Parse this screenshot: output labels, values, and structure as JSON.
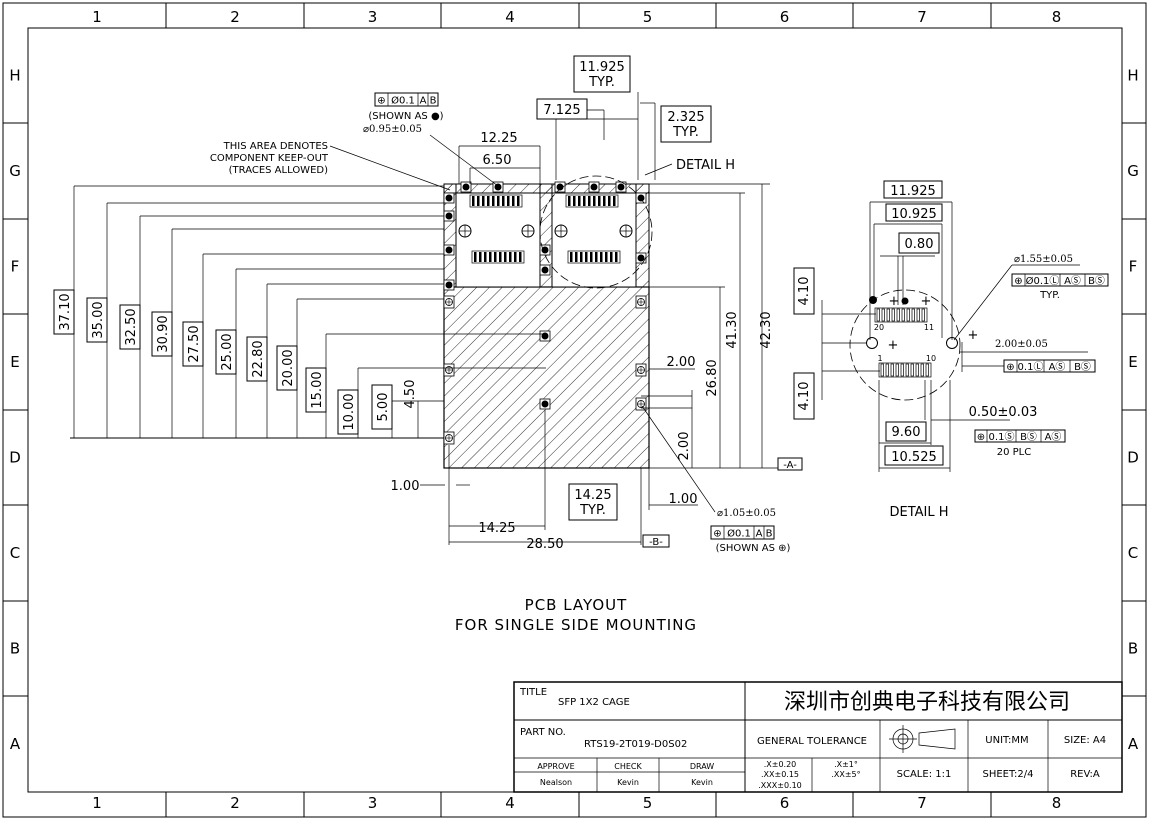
{
  "zones": {
    "cols": [
      "1",
      "2",
      "3",
      "4",
      "5",
      "6",
      "7",
      "8"
    ],
    "rows": [
      "H",
      "G",
      "F",
      "E",
      "D",
      "C",
      "B",
      "A"
    ]
  },
  "drawing": {
    "heading_line1": "PCB LAYOUT",
    "heading_line2": "FOR SINGLE SIDE MOUNTING",
    "keepout_note": [
      "THIS AREA DENOTES",
      "COMPONENT KEEP-OUT",
      "(TRACES ALLOWED)"
    ],
    "tol_top_frame": [
      "⊕",
      "Ø0.1",
      "A",
      "B"
    ],
    "shown_as_top": "(SHOWN AS ●)",
    "hole_small": "⌀0.95±0.05",
    "hole_large": "⌀1.05±0.05",
    "tol_bottom_frame": [
      "⊕",
      "Ø0.1",
      "A",
      "B"
    ],
    "shown_as_bottom": "(SHOWN AS ⊕)",
    "detail_h_label": "DETAIL H",
    "datum_a": "-A-",
    "datum_b": "-B-",
    "dims_top": {
      "d11925": "11.925",
      "typ": "TYP.",
      "d7125": "7.125",
      "d2325": "2.325",
      "d1225": "12.25",
      "d650": "6.50"
    },
    "dims_left": [
      "37.10",
      "35.00",
      "32.50",
      "30.90",
      "27.50",
      "25.00",
      "22.80",
      "20.00",
      "15.00",
      "10.00",
      "5.00",
      "4.50"
    ],
    "dims_right": {
      "d4130": "41.30",
      "d4230": "42.30",
      "d2680": "26.80",
      "d200a": "2.00",
      "d200b": "2.00",
      "d100a": "1.00",
      "d100b": "1.00"
    },
    "dims_bottom": {
      "d1425a": "14.25",
      "d1425typ": "14.25",
      "typ": "TYP.",
      "d2850": "28.50"
    }
  },
  "detail": {
    "title": "DETAIL H",
    "d11925": "11.925",
    "d10925": "10.925",
    "d080": "0.80",
    "d410a": "4.10",
    "d410b": "4.10",
    "d960": "9.60",
    "d10525": "10.525",
    "hole": "⌀1.55±0.05",
    "tol1": [
      "⊕",
      "Ø0.1Ⓛ",
      "AⓈ",
      "BⓈ"
    ],
    "typ": "TYP.",
    "pad_w": "2.00±0.05",
    "tol2": [
      "⊕",
      "0.1Ⓛ",
      "AⓈ",
      "BⓈ"
    ],
    "pitch": "0.50±0.03",
    "tol3": [
      "⊕",
      "0.1Ⓢ",
      "BⓈ",
      "AⓈ"
    ],
    "plc": "20 PLC",
    "pin20": "20",
    "pin11": "11",
    "pin1": "1",
    "pin10": "10"
  },
  "title_block": {
    "title_label": "TITLE",
    "title": "SFP 1X2 CAGE",
    "company": "深圳市创典电子科技有限公司",
    "part_label": "PART NO.",
    "part_no": "RTS19-2T019-D0S02",
    "general_tolerance": "GENERAL TOLERANCE",
    "unit": "UNIT:MM",
    "size": "SIZE: A4",
    "approve_label": "APPROVE",
    "check_label": "CHECK",
    "draw_label": "DRAW",
    "approve": "Nealson",
    "check": "Kevin",
    "draw": "Kevin",
    "tol_x": ".X±0.20",
    "tol_xx": ".XX±0.15",
    "tol_xxx": ".XXX±0.10",
    "tol_ang1": ".X±1°",
    "tol_ang2": ".XX±5°",
    "scale": "SCALE: 1:1",
    "sheet": "SHEET:2/4",
    "rev": "REV:A"
  }
}
